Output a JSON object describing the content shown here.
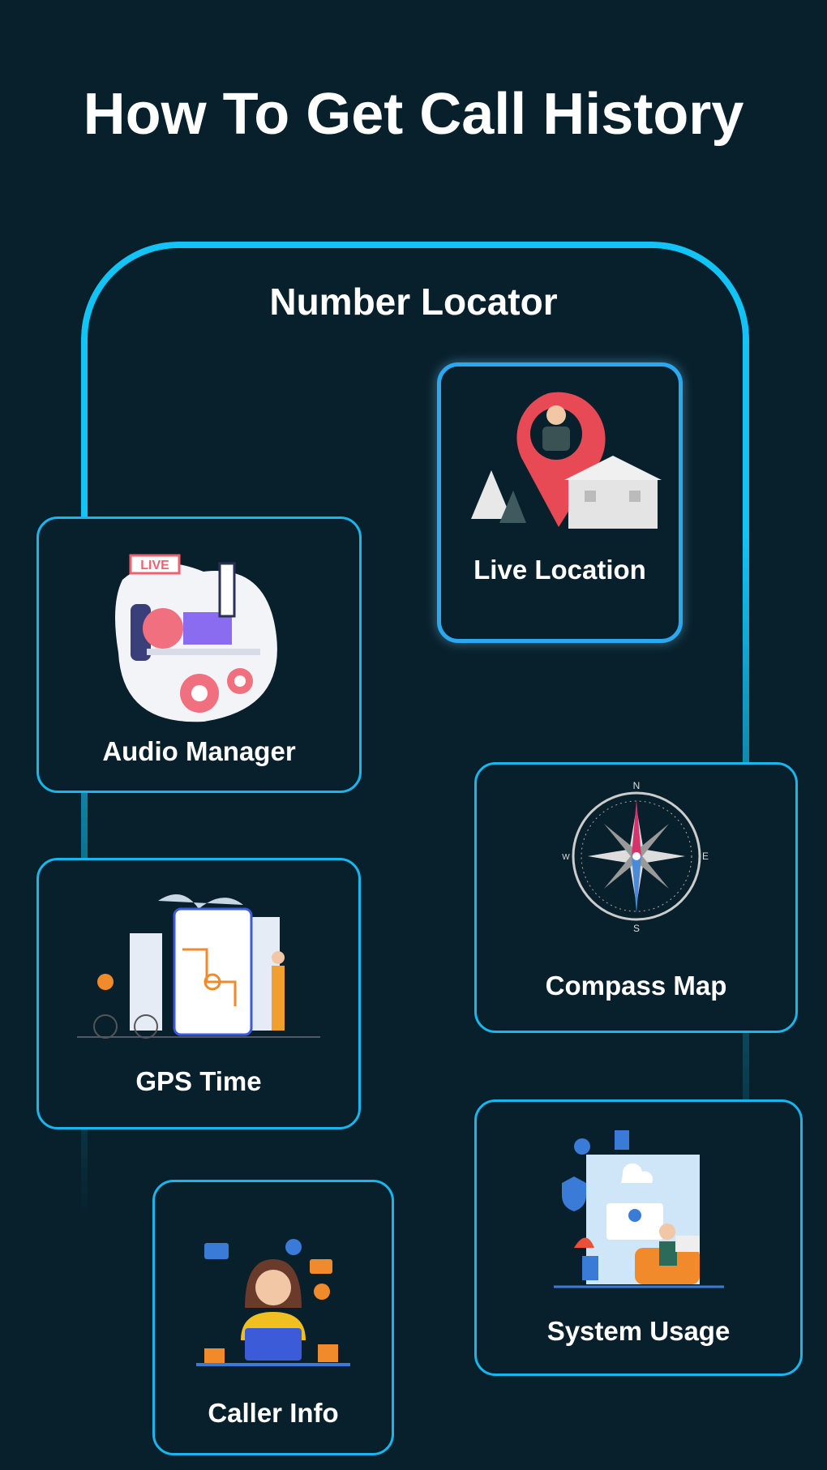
{
  "header": {
    "title": "How To Get Call History"
  },
  "section": {
    "title": "Number Locator"
  },
  "cards": [
    {
      "label": "Live Location",
      "icon": "location-pin-illustration"
    },
    {
      "label": "Audio Manager",
      "icon": "live-studio-illustration"
    },
    {
      "label": "Compass Map",
      "icon": "compass-illustration"
    },
    {
      "label": "GPS Time",
      "icon": "gps-map-illustration"
    },
    {
      "label": "System Usage",
      "icon": "system-usage-illustration"
    },
    {
      "label": "Caller Info",
      "icon": "call-center-illustration"
    }
  ],
  "compass": {
    "n": "N",
    "s": "S",
    "e": "E",
    "w": "W"
  },
  "badge": {
    "live": "LIVE"
  },
  "colors": {
    "background": "#08202b",
    "accent": "#12c3f5"
  }
}
